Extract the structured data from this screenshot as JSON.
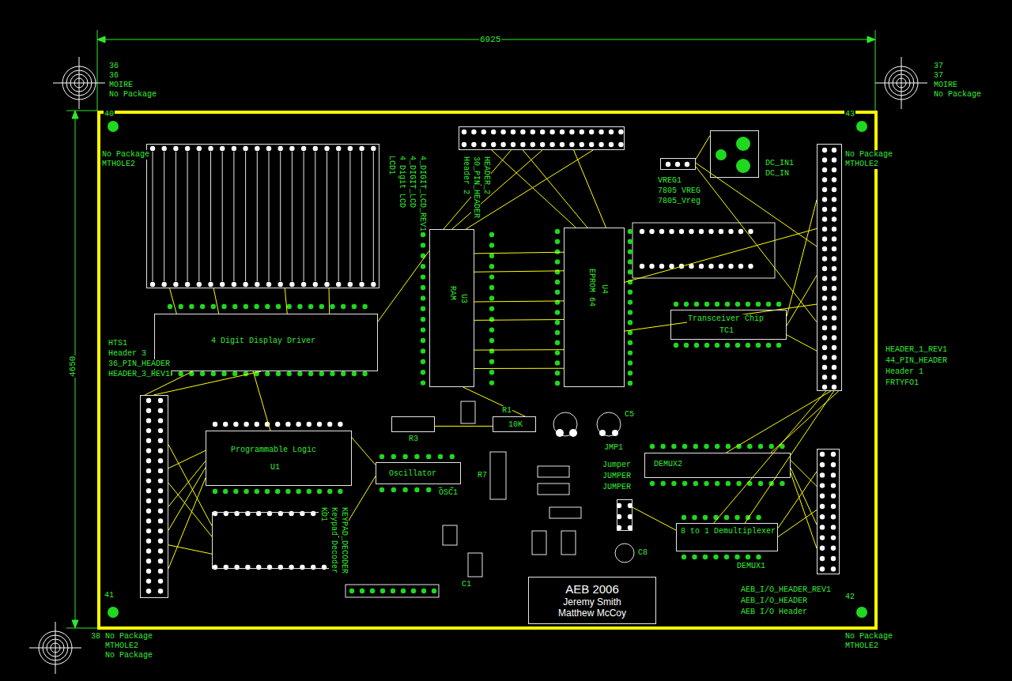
{
  "diagram": {
    "nodes": [
      {
        "text": [
          "LCD1",
          "4 Digit LCD",
          "4_DIGIT_LCD",
          "4_DIGIT_LCD_REV1"
        ]
      },
      {
        "text": [
          "4 Digit Display Driver"
        ]
      },
      {
        "text": [
          "HTS1",
          "Header 3",
          "36_PIN_HEADER",
          "HEADER_3_REV1"
        ]
      },
      {
        "text": [
          "Programmable Logic",
          "U1"
        ]
      },
      {
        "text": [
          "KD1",
          "Keypad Decoder",
          "KEYPAD_DECODER"
        ]
      },
      {
        "text": [
          "Oscillator",
          "OSC1"
        ]
      },
      {
        "text": [
          "R3"
        ]
      },
      {
        "text": [
          "R1",
          "10K"
        ]
      },
      {
        "text": [
          "RAM",
          "U3"
        ]
      },
      {
        "text": [
          "EPROM 64",
          "U4"
        ]
      },
      {
        "text": [
          "Header 2",
          "30_PIN_HEADER",
          "HEADER_2"
        ]
      },
      {
        "text": [
          "DC_IN1",
          "DC_IN"
        ]
      },
      {
        "text": [
          "VREG1",
          "7805 VREG",
          "7805_Vreg"
        ]
      },
      {
        "text": [
          "Transceiver Chip",
          "TC1"
        ]
      },
      {
        "text": [
          "FRTYFO1",
          "Header 1",
          "44_PIN_HEADER",
          "HEADER_1_REV1"
        ]
      },
      {
        "text": [
          "AEB I/O Header",
          "AEB_I/O_HEADER",
          "AEB_I/O_HEADER_REV1"
        ]
      },
      {
        "text": [
          "8 to 1 Demultiplexer",
          "DEMUX1"
        ]
      },
      {
        "text": [
          "DEMUX2"
        ]
      },
      {
        "text": [
          "JMP1",
          "Jumper",
          "JUMPER",
          "JUMPER"
        ]
      },
      {
        "text": [
          "AEB 2006",
          "Jeremy Smith",
          "Matthew McCoy"
        ]
      }
    ],
    "edges": [
      {
        "from": 0,
        "to": 1,
        "arrow": "none"
      },
      {
        "from": 0,
        "to": 1,
        "arrow": "none"
      },
      {
        "from": 0,
        "to": 1,
        "arrow": "none"
      },
      {
        "from": 0,
        "to": 1,
        "arrow": "none"
      },
      {
        "from": 1,
        "to": 2,
        "arrow": "none"
      },
      {
        "from": 1,
        "to": 2,
        "arrow": "none"
      },
      {
        "from": 3,
        "to": 2,
        "arrow": "none"
      },
      {
        "from": 3,
        "to": 2,
        "arrow": "none"
      },
      {
        "from": 3,
        "to": 2,
        "arrow": "none"
      },
      {
        "from": 3,
        "to": 2,
        "arrow": "none"
      },
      {
        "from": 4,
        "to": 2,
        "arrow": "none"
      },
      {
        "from": 4,
        "to": 2,
        "arrow": "none"
      },
      {
        "from": 4,
        "to": 2,
        "arrow": "none"
      },
      {
        "from": 5,
        "to": 3,
        "arrow": "none"
      },
      {
        "from": 6,
        "to": 7,
        "arrow": "none"
      },
      {
        "from": 10,
        "to": 8,
        "arrow": "none"
      },
      {
        "from": 10,
        "to": 8,
        "arrow": "none"
      },
      {
        "from": 10,
        "to": 8,
        "arrow": "none"
      },
      {
        "from": 10,
        "to": 9,
        "arrow": "none"
      },
      {
        "from": 10,
        "to": 9,
        "arrow": "none"
      },
      {
        "from": 10,
        "to": 9,
        "arrow": "none"
      },
      {
        "from": 8,
        "to": 9,
        "arrow": "none"
      },
      {
        "from": 8,
        "to": 9,
        "arrow": "none"
      },
      {
        "from": 8,
        "to": 9,
        "arrow": "none"
      },
      {
        "from": 8,
        "to": 9,
        "arrow": "none"
      },
      {
        "from": 8,
        "to": 9,
        "arrow": "none"
      },
      {
        "from": 8,
        "to": 9,
        "arrow": "none"
      },
      {
        "from": 9,
        "to": 14,
        "arrow": "none"
      },
      {
        "from": 9,
        "to": 14,
        "arrow": "none"
      },
      {
        "from": 13,
        "to": 14,
        "arrow": "none"
      },
      {
        "from": 13,
        "to": 14,
        "arrow": "none"
      },
      {
        "from": 13,
        "to": 14,
        "arrow": "none"
      },
      {
        "from": 12,
        "to": 14,
        "arrow": "none"
      },
      {
        "from": 12,
        "to": 14,
        "arrow": "none"
      },
      {
        "from": 11,
        "to": 12,
        "arrow": "none"
      },
      {
        "from": 17,
        "to": 15,
        "arrow": "none"
      },
      {
        "from": 17,
        "to": 15,
        "arrow": "none"
      },
      {
        "from": 17,
        "to": 15,
        "arrow": "none"
      },
      {
        "from": 16,
        "to": 15,
        "arrow": "none"
      },
      {
        "from": 16,
        "to": 15,
        "arrow": "none"
      },
      {
        "from": 16,
        "to": 14,
        "arrow": "none"
      },
      {
        "from": 16,
        "to": 14,
        "arrow": "none"
      },
      {
        "from": 17,
        "to": 14,
        "arrow": "none"
      },
      {
        "from": 17,
        "to": 14,
        "arrow": "none"
      },
      {
        "from": 18,
        "to": 16,
        "arrow": "none"
      },
      {
        "from": 7,
        "to": 8,
        "arrow": "none"
      },
      {
        "from": 3,
        "to": 1,
        "arrow": "none"
      },
      {
        "from": 1,
        "to": 8,
        "arrow": "none"
      },
      {
        "from": 4,
        "to": 5,
        "arrow": "none"
      }
    ],
    "labels": [
      "6925",
      "4650",
      "36",
      "36",
      "MOIRE",
      "No Package",
      "37",
      "37",
      "MOIRE",
      "No Package",
      "40",
      "43",
      "41",
      "42",
      "No Package",
      "MTHOLE2",
      "No Package",
      "MTHOLE2",
      "No Package",
      "MTHOLE2",
      "38",
      "No Package",
      "MTHOLE2",
      "No Package",
      "R7",
      "C1",
      "C5",
      "C8"
    ]
  }
}
